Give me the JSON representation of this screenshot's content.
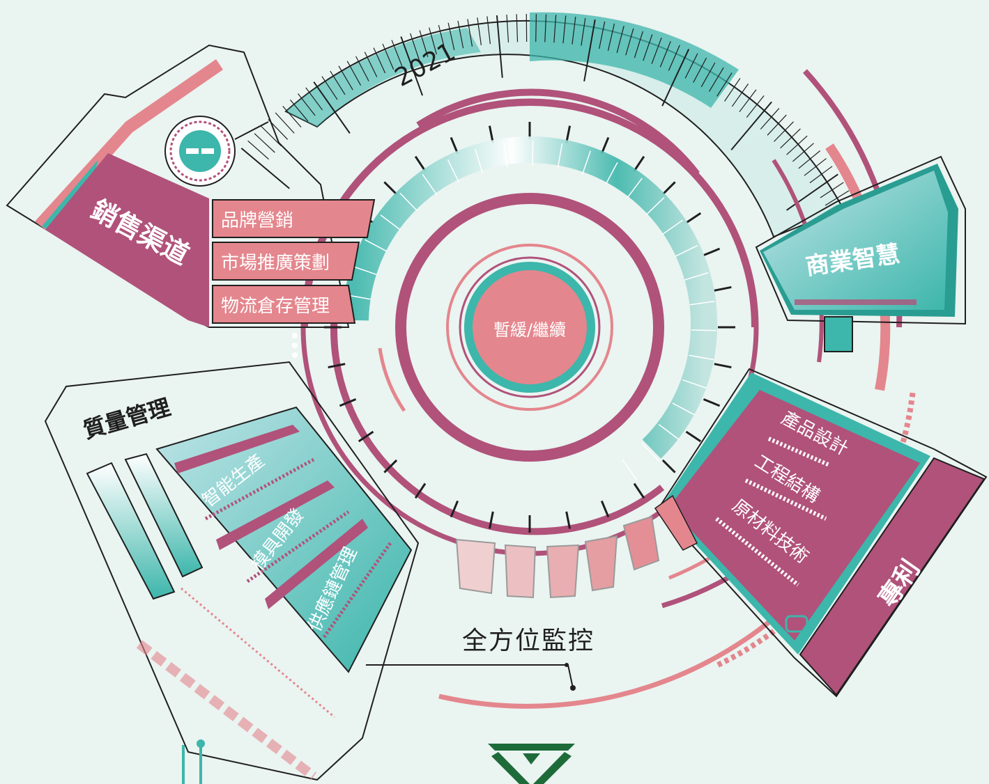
{
  "year": "2021",
  "center": {
    "label": "暫緩/繼續"
  },
  "sales": {
    "title": "銷售渠道",
    "items": [
      "品牌營銷",
      "市場推廣策劃",
      "物流倉存管理"
    ]
  },
  "business_intelligence": {
    "title": "商業智慧"
  },
  "quality": {
    "title": "質量管理",
    "items": [
      "智能生產",
      "模具開發",
      "供應鏈管理"
    ]
  },
  "patent": {
    "title": "專利",
    "items": [
      "產品設計",
      "工程結構",
      "原材料技術"
    ]
  },
  "monitor": {
    "label": "全方位監控"
  },
  "colors": {
    "background": "#eaf4f1",
    "magenta": "#b0527a",
    "pink": "#e4868d",
    "light_pink": "#ecc0c2",
    "teal": "#3db6ab",
    "dark_teal": "#2a9d92",
    "logo_green": "#1e6b3a",
    "line": "#1f1f1f"
  },
  "icons": [
    "switch-dial-icon",
    "brand-logo-icon"
  ]
}
